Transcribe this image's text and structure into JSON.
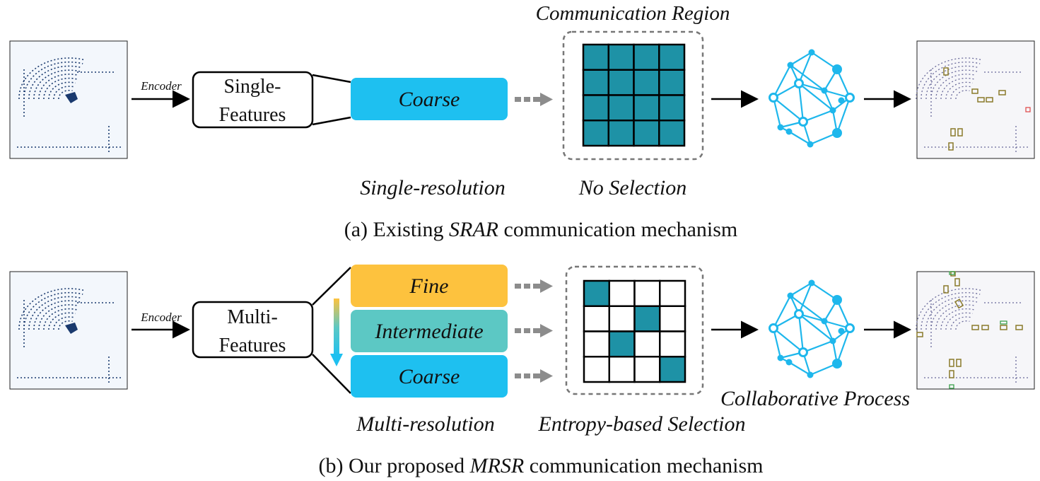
{
  "row_a": {
    "encoder_label": "Encoder",
    "feature_box_line1": "Single-",
    "feature_box_line2": "Features",
    "resolution_box_label": "Coarse",
    "resolution_caption": "Single-resolution",
    "region_title": "Communication Region",
    "selection_caption": "No Selection",
    "caption_prefix": "(a) Existing ",
    "caption_name": "SRAR",
    "caption_suffix": " communication mechanism"
  },
  "row_b": {
    "encoder_label": "Encoder",
    "feature_box_line1": "Multi-",
    "feature_box_line2": "Features",
    "resolution_boxes": [
      "Fine",
      "Intermediate",
      "Coarse"
    ],
    "resolution_caption": "Multi-resolution",
    "selection_caption": "Entropy-based Selection",
    "process_caption": "Collaborative Process",
    "caption_prefix": "(b) Our proposed ",
    "caption_name": "MRSR",
    "caption_suffix": " communication mechanism"
  },
  "colors": {
    "coarse": "#1ec0f0",
    "fine": "#fdc23e",
    "intermediate": "#5cc8c4",
    "grid_cell": "#1e92a6",
    "network": "#1eb7ec",
    "arrow_gray": "#8c8c8c",
    "point_cloud": "#1a3a6e"
  },
  "grid_b_selected": [
    [
      0,
      0
    ],
    [
      1,
      2
    ],
    [
      2,
      1
    ],
    [
      3,
      3
    ]
  ]
}
